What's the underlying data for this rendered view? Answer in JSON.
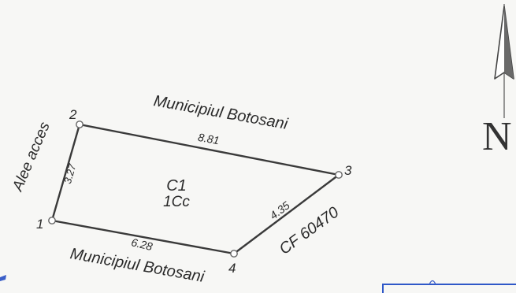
{
  "parcel": {
    "center_label": "C1",
    "use_label": "1Cc",
    "corner_labels": [
      "1",
      "2",
      "3",
      "4"
    ],
    "side_lengths": [
      "3.27",
      "8.81",
      "4.35",
      "6.28"
    ]
  },
  "neighbors": {
    "west": "Alee acces",
    "north": "Municipiul Botosani",
    "south": "Municipiul Botosani",
    "east": "CF 60470"
  },
  "north_arrow": {
    "letter": "N"
  },
  "colors": {
    "line": "#3a3a3a",
    "text": "#2a2a2a",
    "frame": "#2f58c8",
    "background": "#f7f7f5"
  }
}
